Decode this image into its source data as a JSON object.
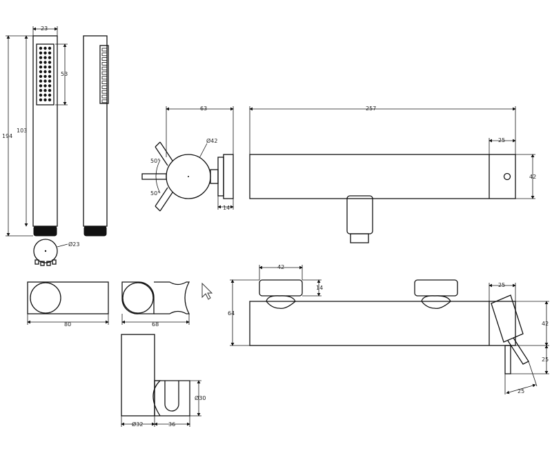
{
  "dims": {
    "handset_width": "23",
    "handset_height": "194",
    "handset_body_height": "103",
    "spray_height": "53",
    "hose_diameter": "Ø23",
    "valve_depth": "63",
    "handle_diameter": "Ø42",
    "handle_angle_top": "50°",
    "handle_angle_bottom": "50°",
    "cap_depth": "14",
    "valve_length": "257",
    "end_width_top": "25",
    "valve_height_side": "42",
    "holder_length": "80",
    "holder_clip_length": "68",
    "bottom_handle_width": "42",
    "bottom_handle_height": "14",
    "bottom_valve_height": "64",
    "end_width_bottom": "25",
    "bottom_height_right": "42",
    "outlet_length": "25",
    "outlet_angled": "25",
    "bracket_height": "Ø30",
    "bracket_width": "Ø32",
    "bracket_depth": "36"
  },
  "icons": {
    "cursor": "mouse-pointer-icon"
  }
}
